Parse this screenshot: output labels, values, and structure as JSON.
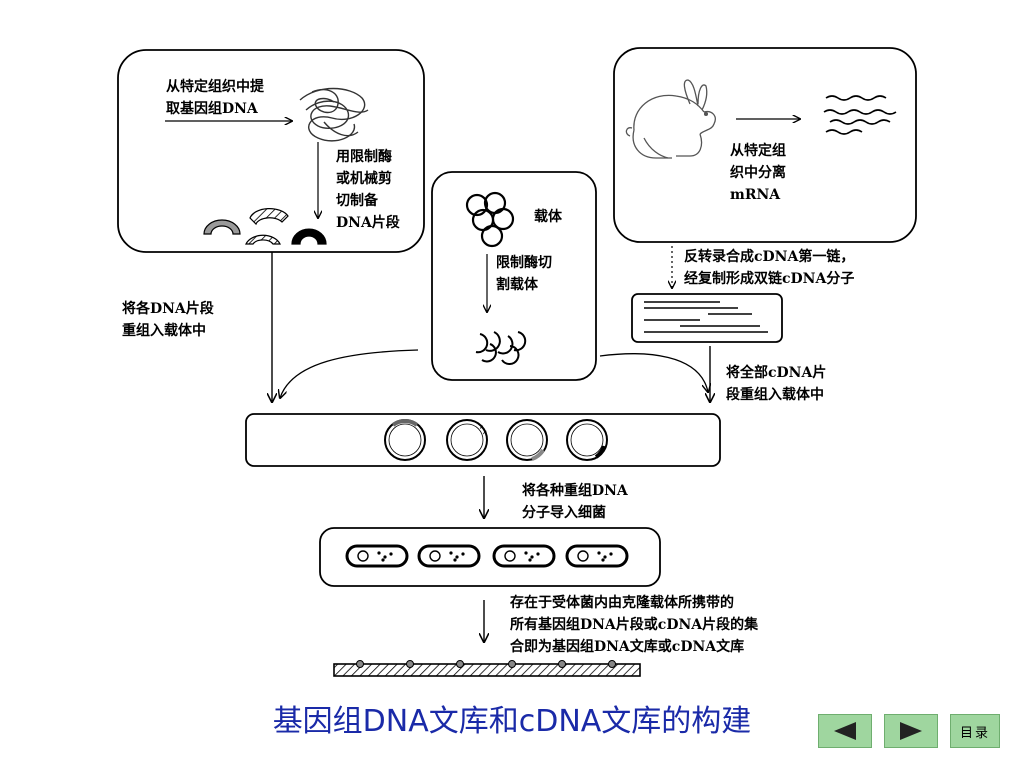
{
  "labels": {
    "extract_genomic": "从特定组织中提\n取基因组DNA",
    "cut_genomic": "用限制酶\n或机械剪\n切制备\nDNA片段",
    "vector": "载体",
    "cut_vector": "限制酶切\n割载体",
    "extract_mrna": "从特定组\n织中分离\nmRNA",
    "reverse_transcription": "反转录合成cDNA第一链，\n经复制形成双链cDNA分子",
    "insert_genomic": "将各DNA片段\n重组入载体中",
    "insert_cdna": "将全部cDNA片\n段重组入载体中",
    "transform": "将各种重组DNA\n分子导入细菌",
    "library_definition": "存在于受体菌内由克隆载体所携带的\n所有基因组DNA片段或cDNA片段的集\n合即为基因组DNA文库或cDNA文库"
  },
  "title": "基因组DNA文库和cDNA文库的构建",
  "nav": {
    "prev_icon": "triangle-left",
    "next_icon": "triangle-right",
    "menu_label": "目录"
  },
  "colors": {
    "title": "#1a2aa8",
    "nav_button": "#9fd69f"
  }
}
